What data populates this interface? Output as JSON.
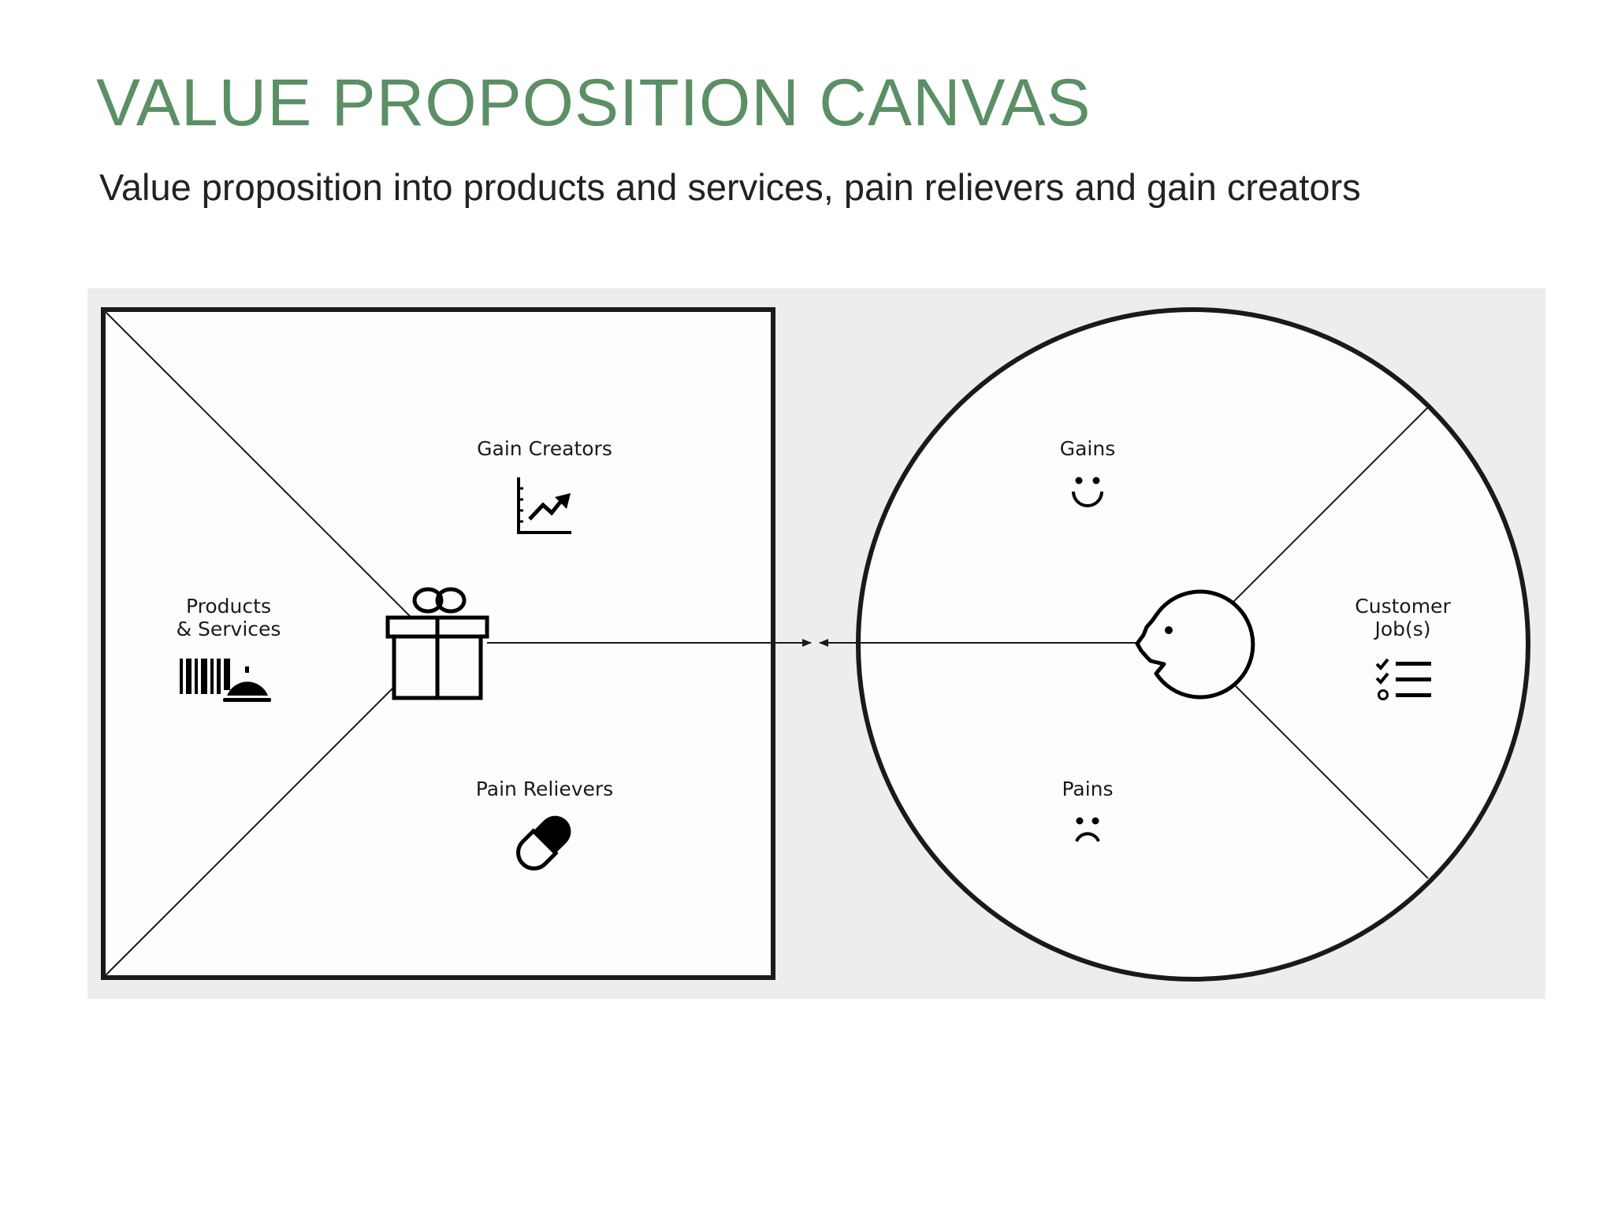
{
  "header": {
    "title": "VALUE PROPOSITION CANVAS",
    "subtitle": "Value proposition into products and services, pain relievers and gain creators"
  },
  "value_map": {
    "gain_creators": {
      "label": "Gain Creators",
      "icon": "chart-trend-up-icon"
    },
    "products_services": {
      "label_line1": "Products",
      "label_line2": "& Services",
      "icon": "barcode-service-bell-icon"
    },
    "pain_relievers": {
      "label": "Pain Relievers",
      "icon": "pill-capsule-icon"
    },
    "center_icon": "gift-box-icon"
  },
  "customer_profile": {
    "gains": {
      "label": "Gains",
      "icon": "smiley-face-icon"
    },
    "customer_jobs": {
      "label_line1": "Customer",
      "label_line2": "Job(s)",
      "icon": "checklist-icon"
    },
    "pains": {
      "label": "Pains",
      "icon": "sad-face-icon"
    },
    "center_icon": "customer-face-icon"
  },
  "colors": {
    "title": "#5b8f65",
    "panel_background": "#eeeded",
    "shape_fill": "#fdfdfd",
    "stroke": "#1a1a1a"
  }
}
